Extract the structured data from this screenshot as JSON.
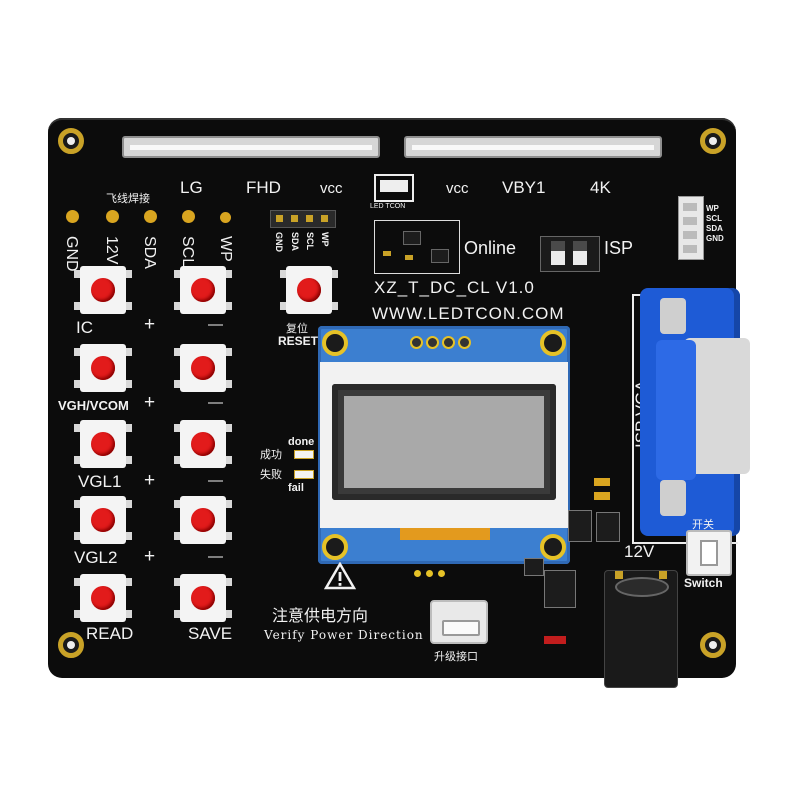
{
  "connectors": {
    "left": [
      "LG",
      "FHD",
      "vcc"
    ],
    "right": [
      "vcc",
      "VBY1",
      "4K"
    ]
  },
  "logo": "LED TCON",
  "pads_header": "飞线焊接",
  "pad_labels": [
    "GND",
    "12V",
    "SDA",
    "SCL",
    "WP"
  ],
  "header_pins": [
    "GND",
    "SDA",
    "SCL",
    "WP"
  ],
  "online_label": "Online",
  "isp_label": "ISP",
  "side_connector_pins": [
    "WP",
    "SCL",
    "SDA",
    "GND"
  ],
  "model": "XZ_T_DC_CL  V1.0",
  "website": "WWW.LEDTCON.COM",
  "reset": {
    "cn": "复位",
    "en": "RESET"
  },
  "buttons": {
    "ic": "IC",
    "vgh": "VGH/VCOM",
    "vgl1": "VGL1",
    "vgl2": "VGL2",
    "read": "READ",
    "save": "SAVE",
    "plus": "+",
    "minus": "—"
  },
  "status": {
    "done_cn": "成功",
    "done_en": "done",
    "fail_cn": "失败",
    "fail_en": "fail"
  },
  "vga_label": "ISP  VGA",
  "warning_cn": "注意供电方向",
  "warning_en": "Verify Power Direction",
  "usb_label": "升级接口",
  "power_label": "12V",
  "switch": {
    "cn": "开关",
    "en": "Switch"
  },
  "colors": {
    "board": "#0c0c0c",
    "gold": "#d9a520",
    "button_cap": "#e21b1b",
    "oled_frame": "#3c7fd0",
    "vga": "#1e5bd6"
  }
}
